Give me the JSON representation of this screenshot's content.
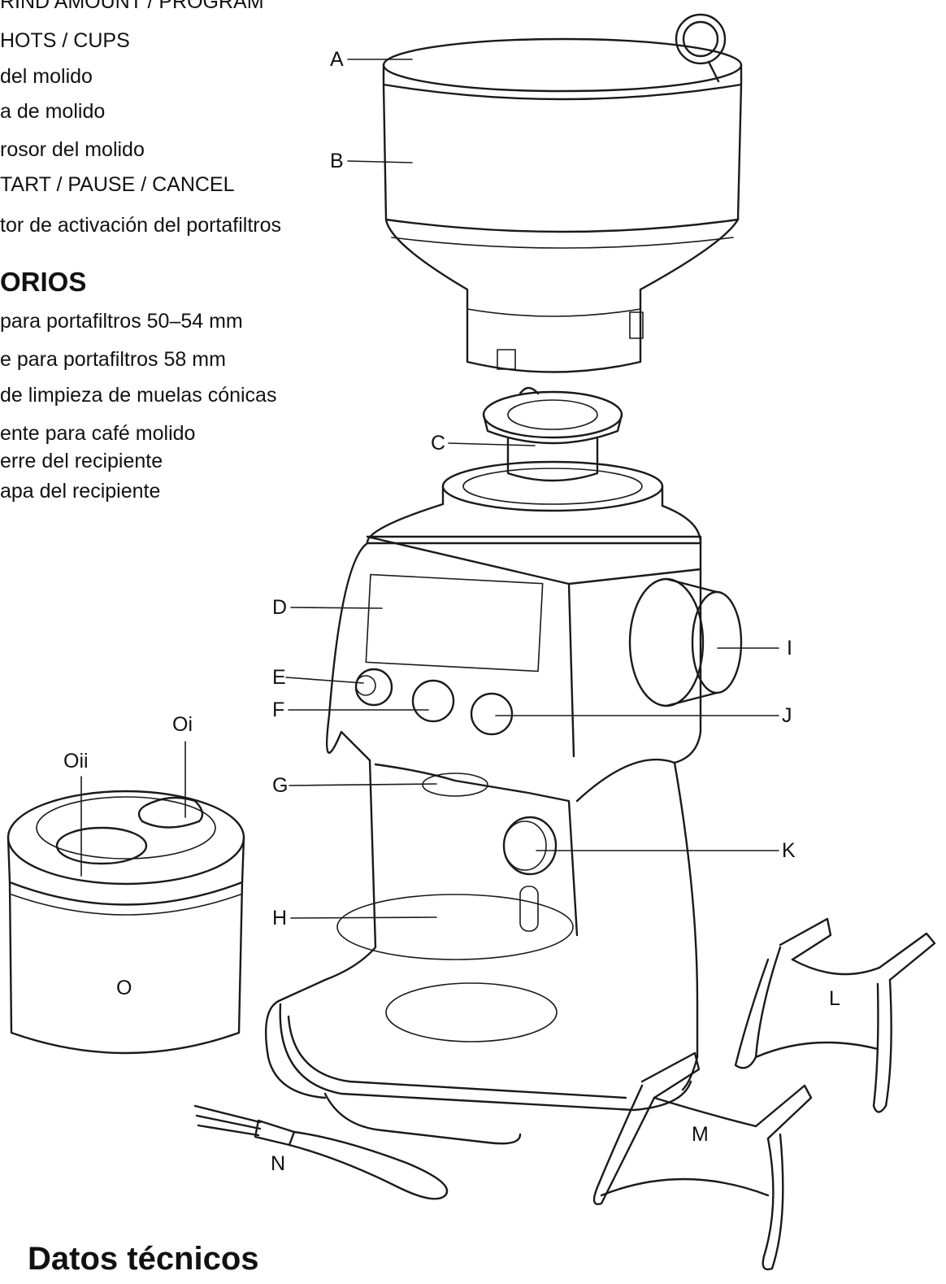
{
  "controls_list": [
    "RIND AMOUNT / PROGRAM",
    "HOTS / CUPS",
    "del molido",
    "a de molido",
    "rosor del molido",
    "TART / PAUSE / CANCEL",
    "tor de activación del portafiltros"
  ],
  "accessories": {
    "heading": "ORIOS",
    "items": [
      "para portafiltros 50–54 mm",
      "e para portafiltros 58 mm",
      "de limpieza de muelas cónicas",
      "ente para café molido",
      "erre del recipiente",
      "apa del recipiente"
    ]
  },
  "part_labels": {
    "A": "A",
    "B": "B",
    "C": "C",
    "D": "D",
    "E": "E",
    "F": "F",
    "G": "G",
    "H": "H",
    "I": "I",
    "J": "J",
    "K": "K",
    "L": "L",
    "M": "M",
    "N": "N",
    "O": "O",
    "Oi": "Oi",
    "Oii": "Oii"
  },
  "footer_heading": "Datos técnicos"
}
